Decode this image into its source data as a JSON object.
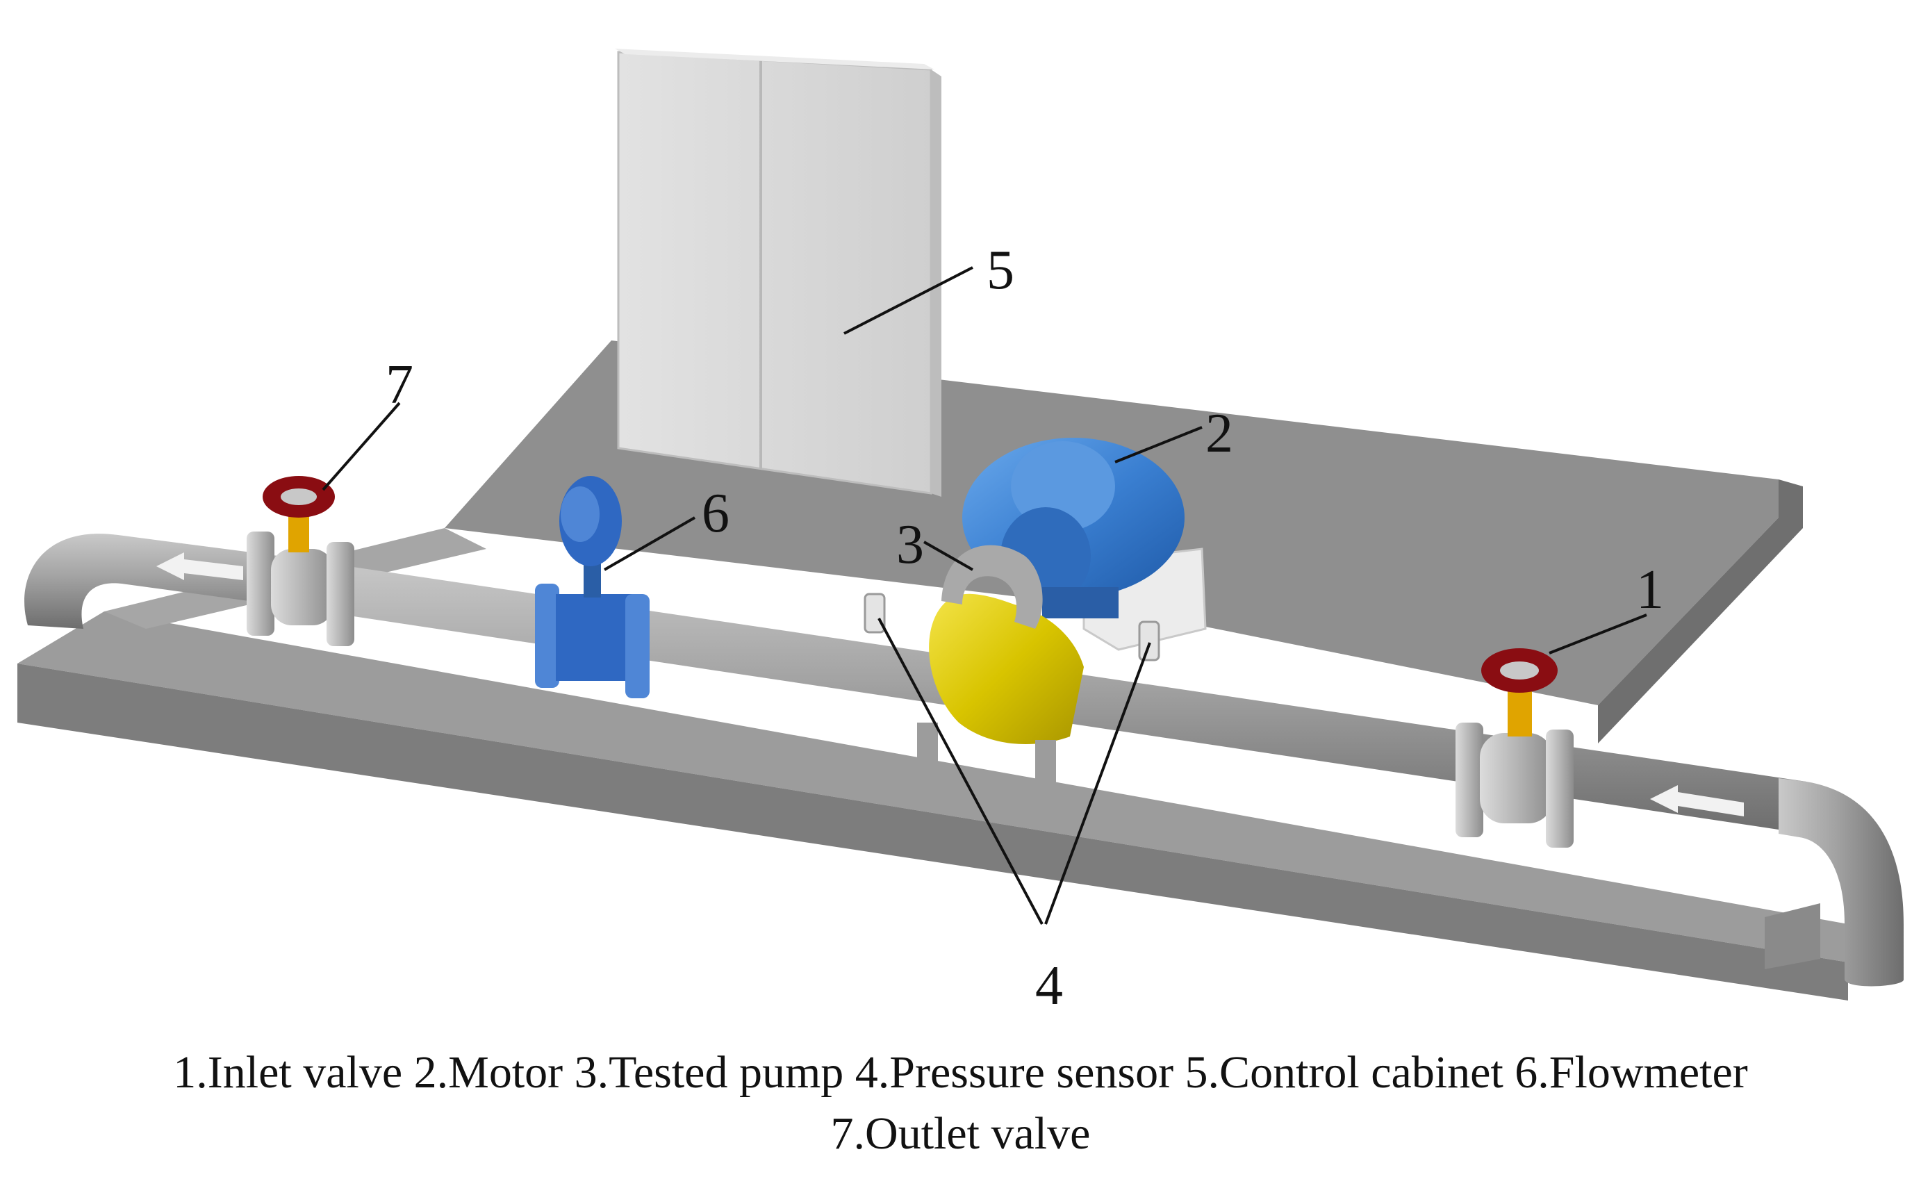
{
  "callouts": {
    "c1": "1",
    "c2": "2",
    "c3": "3",
    "c4": "4",
    "c5": "5",
    "c6": "6",
    "c7": "7"
  },
  "caption": {
    "line1": "1.Inlet valve 2.Motor 3.Tested pump 4.Pressure sensor 5.Control cabinet 6.Flowmeter",
    "line2": "7.Outlet valve"
  },
  "colors": {
    "platform_top": "#8f8f8f",
    "platform_side": "#777777",
    "pipe": "#9a9a9a",
    "cabinet": "#d6d6d6",
    "motor": "#3a7fd1",
    "flowmeter": "#2f68c2",
    "pump_casing": "#d8c400",
    "valve_handwheel": "#8a0d12"
  }
}
